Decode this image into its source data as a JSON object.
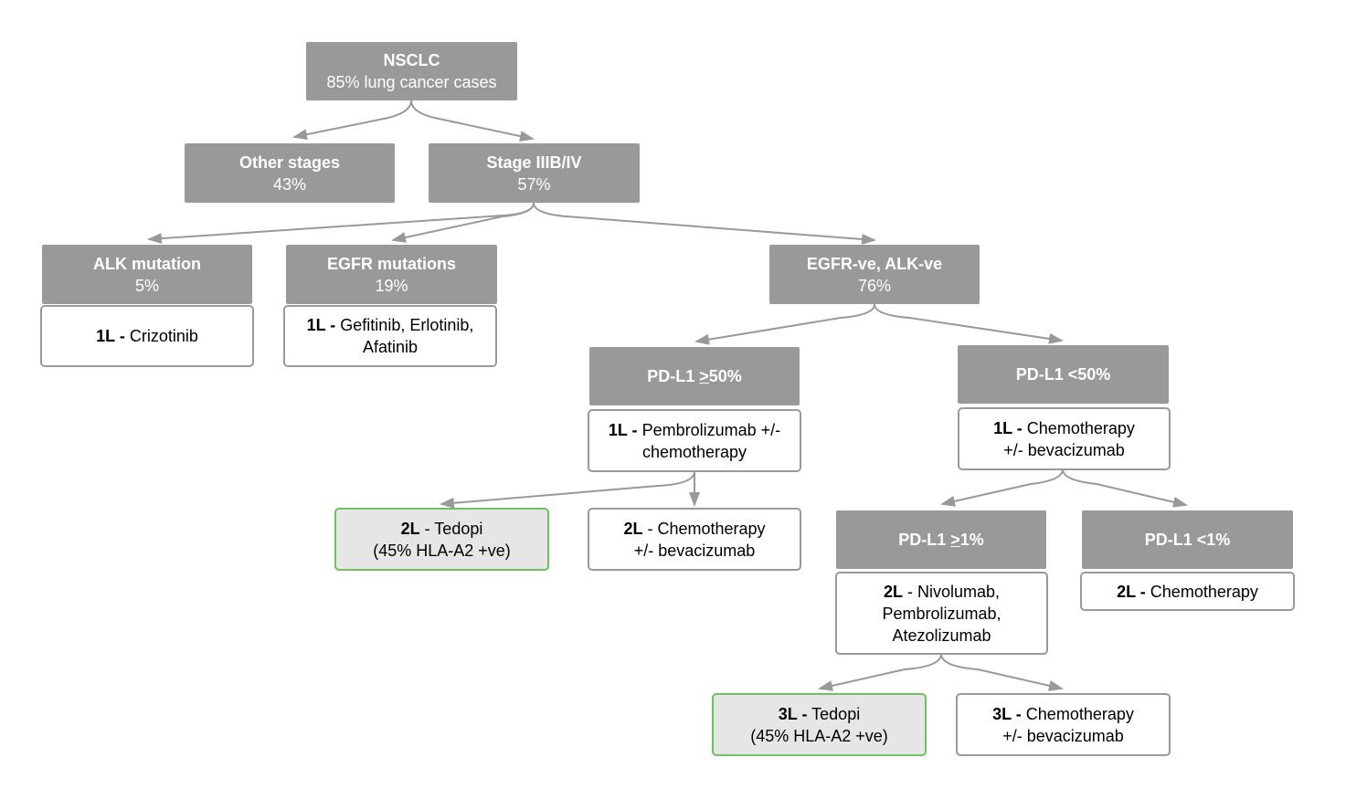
{
  "nodes": {
    "nsclc": {
      "title": "NSCLC",
      "sub": "85% lung cancer  cases"
    },
    "other": {
      "title": "Other stages",
      "sub": "43%"
    },
    "stage": {
      "title": "Stage IIIB/IV",
      "sub": "57%"
    },
    "alk": {
      "title": "ALK mutation",
      "sub": "5%"
    },
    "alk_tx": {
      "line": "1L -",
      "text": " Crizotinib"
    },
    "egfr": {
      "title": "EGFR mutations",
      "sub": "19%"
    },
    "egfr_tx": {
      "line": "1L -",
      "text1": " Gefitinib, Erlotinib,",
      "text2": "Afatinib"
    },
    "neg": {
      "title": "EGFR-ve, ALK-ve",
      "sub": "76%"
    },
    "pdl50hi": {
      "prefix": "PD-L1 ",
      "sym": ">",
      "suffix": "50%"
    },
    "pdl50hi_tx": {
      "line": "1L -",
      "text1": " Pembrolizumab +/-",
      "text2": "chemotherapy"
    },
    "pdl50lo": {
      "title": "PD-L1 <50%"
    },
    "pdl50lo_tx": {
      "line": "1L -",
      "text1": " Chemotherapy",
      "text2": "+/- bevacizumab"
    },
    "tedopi2": {
      "line": "2L",
      "text1": " - Tedopi",
      "text2": "(45% HLA-A2 +ve)"
    },
    "chemo2a": {
      "line": "2L",
      "text1": " - Chemotherapy",
      "text2": "+/- bevacizumab"
    },
    "pdl1hi": {
      "prefix": "PD-L1 ",
      "sym": ">",
      "suffix": "1%"
    },
    "pdl1hi_tx": {
      "line": "2L",
      "text1": " - Nivolumab,",
      "text2": "Pembrolizumab,",
      "text3": "Atezolizumab"
    },
    "pdl1lo": {
      "title": "PD-L1 <1%"
    },
    "pdl1lo_tx": {
      "line": "2L -",
      "text": " Chemotherapy"
    },
    "tedopi3": {
      "line": "3L -",
      "text1": " Tedopi",
      "text2": "(45% HLA-A2 +ve)"
    },
    "chemo3": {
      "line": "3L -",
      "text1": " Chemotherapy",
      "text2": "+/- bevacizumab"
    }
  },
  "colors": {
    "header_fill": "#999999",
    "arrow": "#999999",
    "highlight_border": "#6cc35c",
    "highlight_fill": "#e6e6e6"
  }
}
